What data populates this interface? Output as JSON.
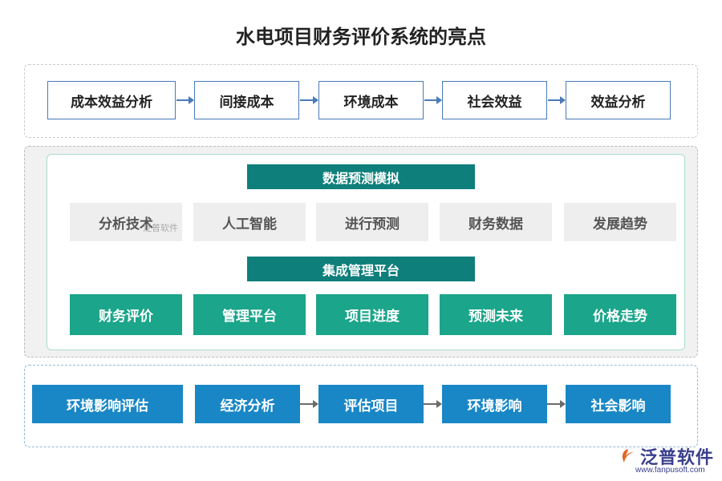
{
  "title": "水电项目财务评价系统的亮点",
  "row1": {
    "items": [
      "成本效益分析",
      "间接成本",
      "环境成本",
      "社会效益",
      "效益分析"
    ]
  },
  "section2": {
    "header1": "数据预测模拟",
    "grey_items": [
      "分析技术",
      "人工智能",
      "进行预测",
      "财务数据",
      "发展趋势"
    ],
    "header2": "集成管理平台",
    "green_items": [
      "财务评价",
      "管理平台",
      "项目进度",
      "预测未来",
      "价格走势"
    ]
  },
  "row3": {
    "items": [
      "环境影响评估",
      "经济分析",
      "评估项目",
      "环境影响",
      "社会影响"
    ]
  },
  "watermark": {
    "small_text": "泛普软件",
    "logo_text": "泛普软件",
    "logo_url": "www.fanpusoft.com"
  },
  "colors": {
    "outline_blue": "#4a7ab8",
    "teal_header": "#0f7f7b",
    "green": "#1ba58a",
    "blue": "#1987c6",
    "grey_box": "#eeeeee"
  }
}
